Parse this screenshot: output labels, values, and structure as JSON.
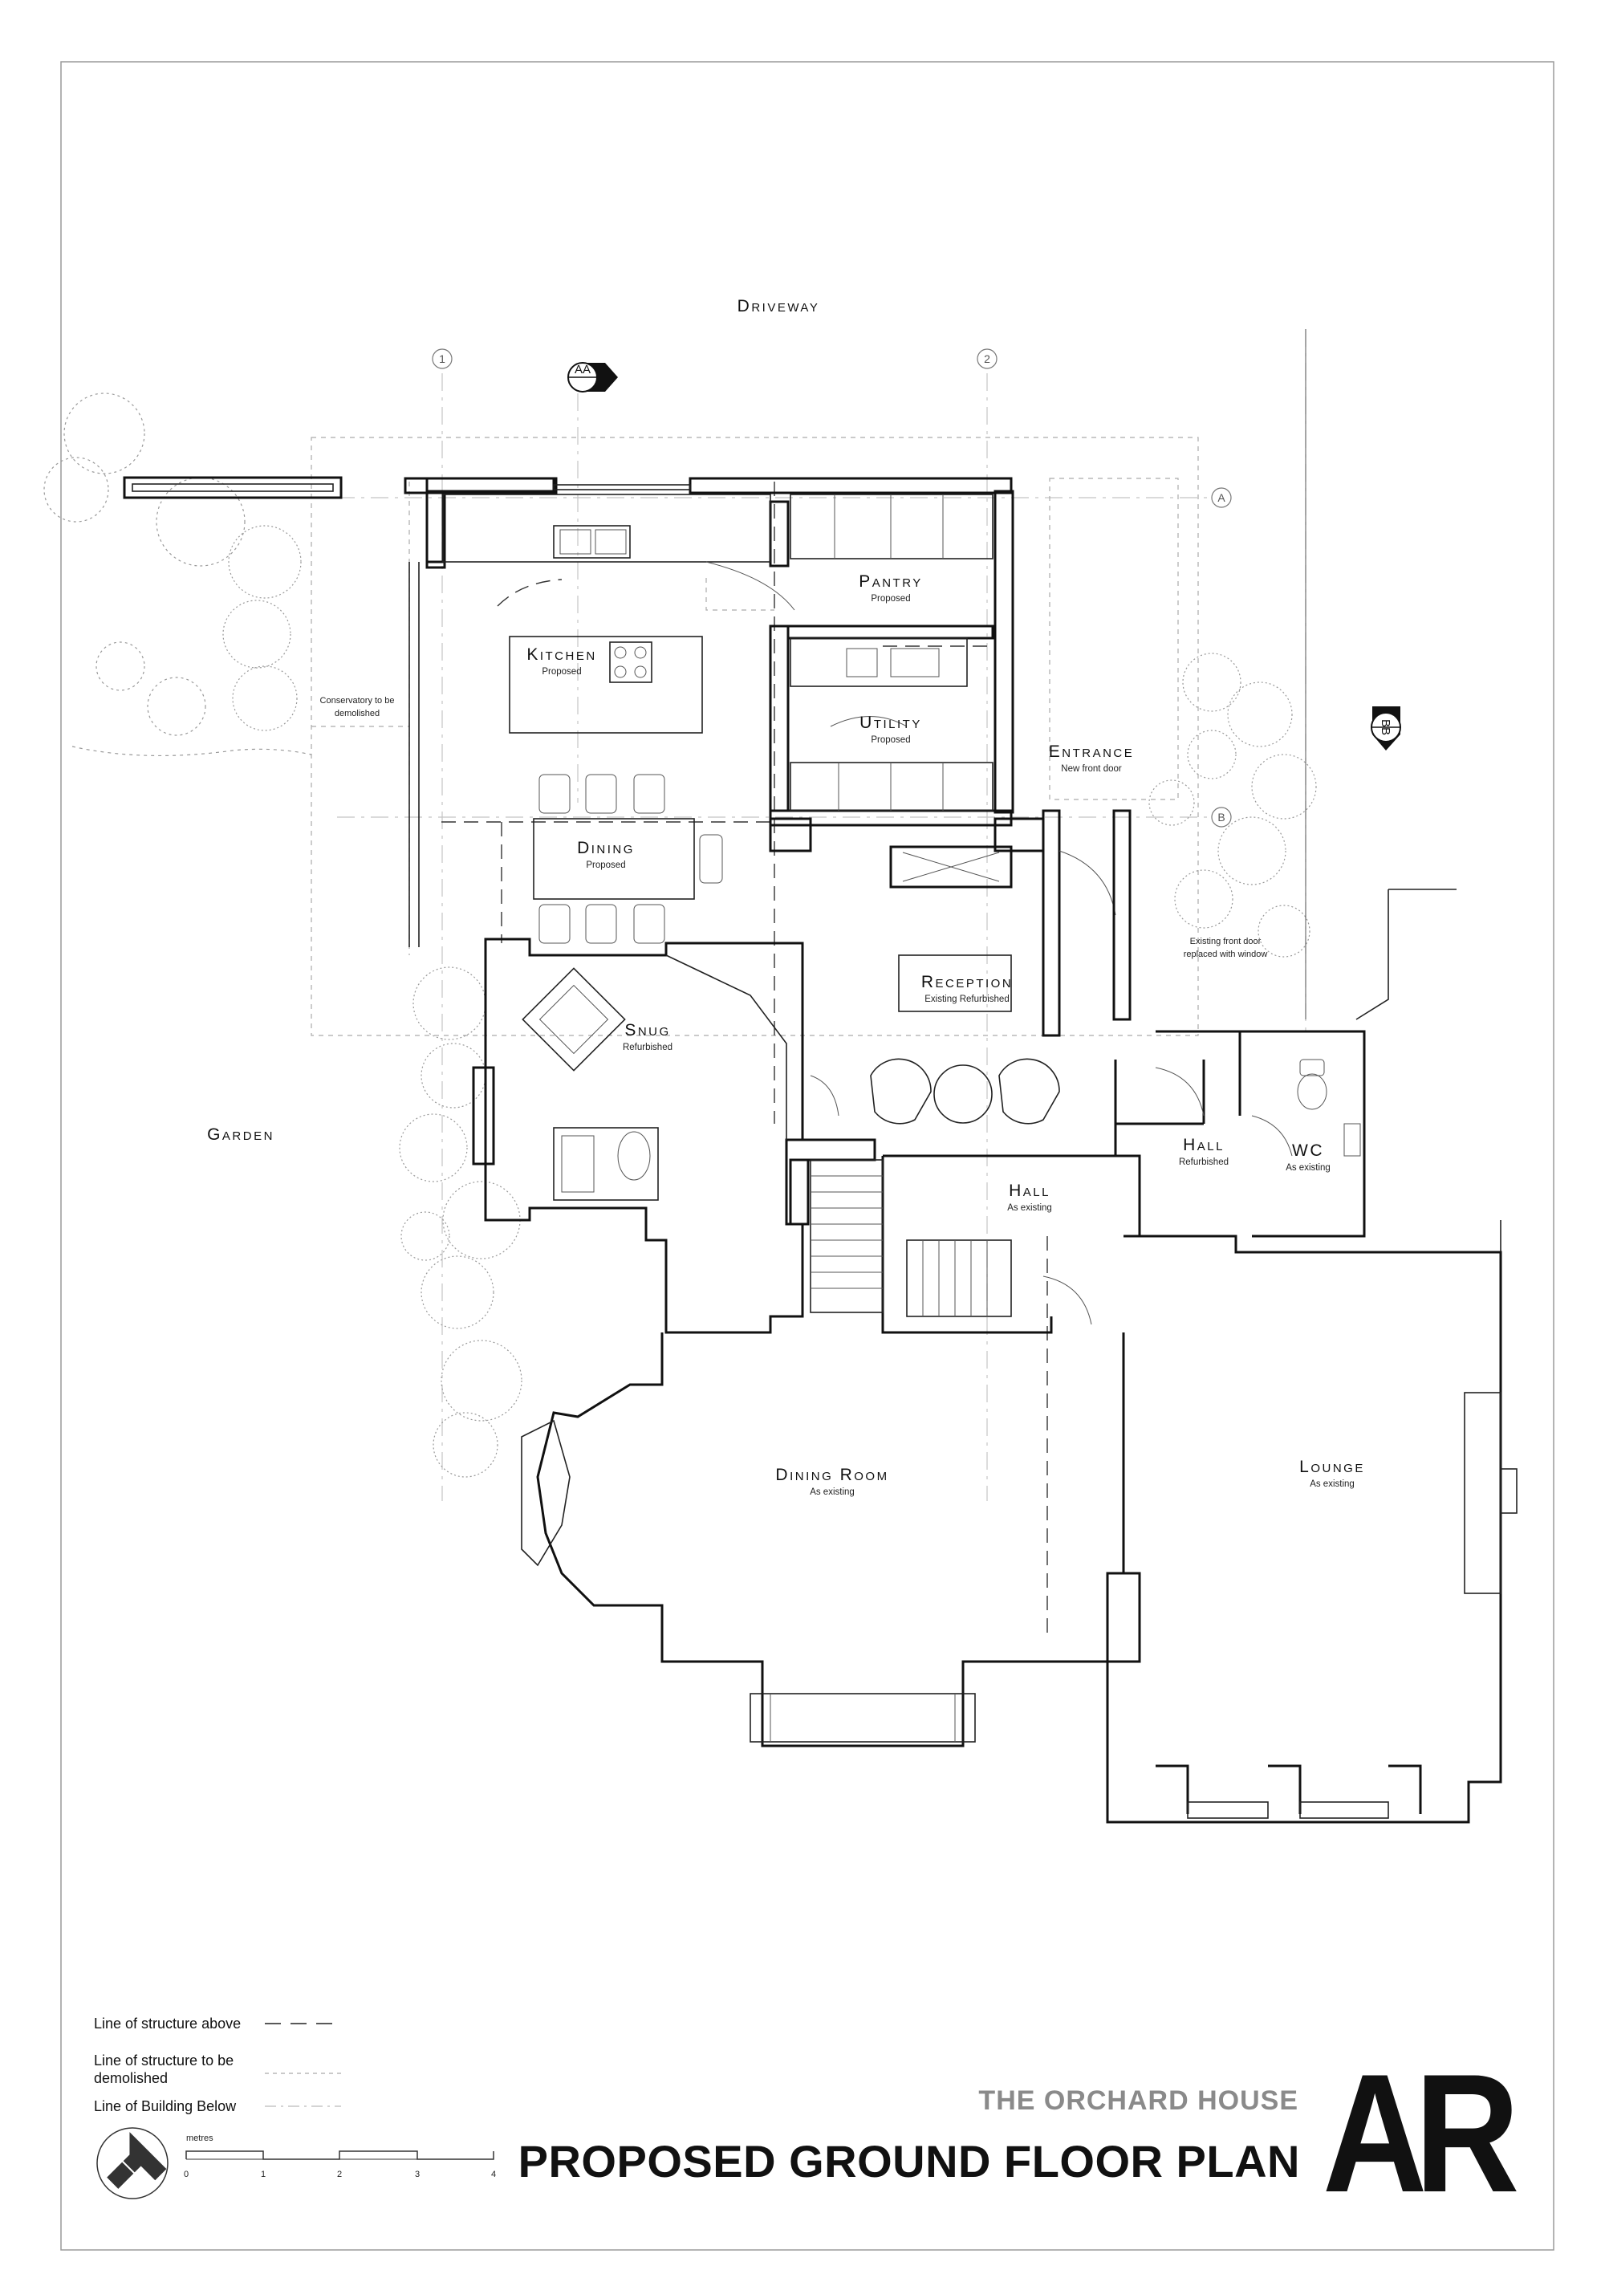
{
  "drawing": {
    "labels": {
      "driveway": "Driveway",
      "garden": "Garden",
      "conservatory_note_line1": "Conservatory to be",
      "conservatory_note_line2": "demolished",
      "existing_door_line1": "Existing front door",
      "existing_door_line2": "replaced with window"
    },
    "grid_markers": [
      "1",
      "2",
      "A",
      "B"
    ],
    "section_markers": [
      "AA",
      "BB"
    ],
    "rooms": [
      {
        "name": "Kitchen",
        "note": "Proposed"
      },
      {
        "name": "Pantry",
        "note": "Proposed"
      },
      {
        "name": "Utility",
        "note": "Proposed"
      },
      {
        "name": "Entrance",
        "note": "New front door"
      },
      {
        "name": "Dining",
        "note": "Proposed"
      },
      {
        "name": "Reception",
        "note": "Existing Refurbished"
      },
      {
        "name": "Snug",
        "note": "Refurbished"
      },
      {
        "name": "Hall",
        "note": "Refurbished"
      },
      {
        "name": "WC",
        "note": "As existing"
      },
      {
        "name": "Hall",
        "note": "As existing"
      },
      {
        "name": "Dining Room",
        "note": "As existing"
      },
      {
        "name": "Lounge",
        "note": "As existing"
      }
    ]
  },
  "legend": {
    "items": [
      {
        "label_line1": "Line of structure above",
        "label_line2": ""
      },
      {
        "label_line1": "Line of structure to be",
        "label_line2": "demolished"
      },
      {
        "label_line1": "Line of Building Below",
        "label_line2": ""
      }
    ]
  },
  "scale_bar": {
    "unit": "metres",
    "ticks": [
      "0",
      "1",
      "2",
      "3",
      "4"
    ]
  },
  "title_block": {
    "project": "THE ORCHARD HOUSE",
    "title": "PROPOSED GROUND FLOOR PLAN",
    "logo_text": "AR"
  }
}
